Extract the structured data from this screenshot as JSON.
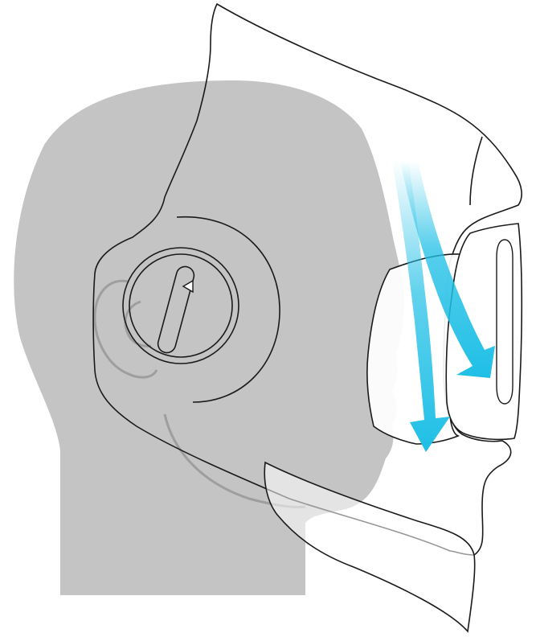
{
  "illustration": {
    "subject": "head-with-face-shield",
    "colors": {
      "head_fill": "#c4c4c4",
      "head_detail": "#9e9e9e",
      "outline": "#1a1a1a",
      "shield_fill": "#ffffff",
      "airflow_arrow": "#1fbfe6"
    },
    "airflow_arrows": [
      {
        "name": "airflow-arrow-to-mouth",
        "direction": "down"
      },
      {
        "name": "airflow-arrow-to-shield",
        "direction": "down-right"
      }
    ],
    "icons": [
      "adjustment-knob-icon",
      "arrow-indicator-icon"
    ]
  }
}
